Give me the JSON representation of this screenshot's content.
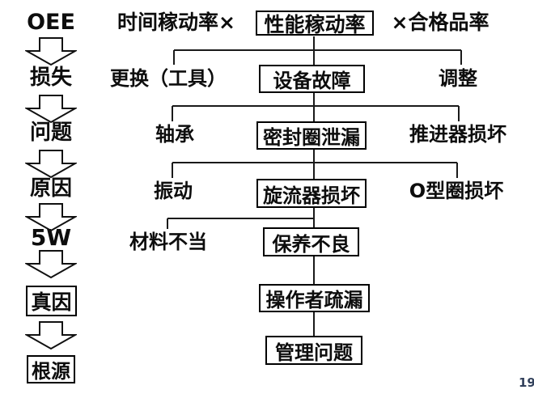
{
  "ladder": {
    "items": [
      {
        "label": "OEE"
      },
      {
        "label": "损失"
      },
      {
        "label": "问题"
      },
      {
        "label": "原因"
      },
      {
        "label": "5W"
      },
      {
        "label": "真因"
      },
      {
        "label": "根源"
      }
    ]
  },
  "tree": {
    "rows": [
      {
        "left": "时间稼动率×",
        "center": "性能稼动率",
        "right": "×合格品率"
      },
      {
        "left": "更换（工具）",
        "center": "设备故障",
        "right": "调整"
      },
      {
        "left": "轴承",
        "center": "密封圈泄漏",
        "right": "推进器损坏"
      },
      {
        "left": "振动",
        "center": "旋流器损坏",
        "right": "O型圈损坏"
      },
      {
        "left": "材料不当",
        "center": "保养不良"
      },
      {
        "center": "操作者疏漏"
      },
      {
        "center": "管理问题"
      }
    ]
  },
  "page_number": "19",
  "colors": {
    "line": "#1a1a1a",
    "text": "#0d0d0d",
    "box_border": "#000000",
    "page_number": "#31405b",
    "background": "#ffffff"
  }
}
